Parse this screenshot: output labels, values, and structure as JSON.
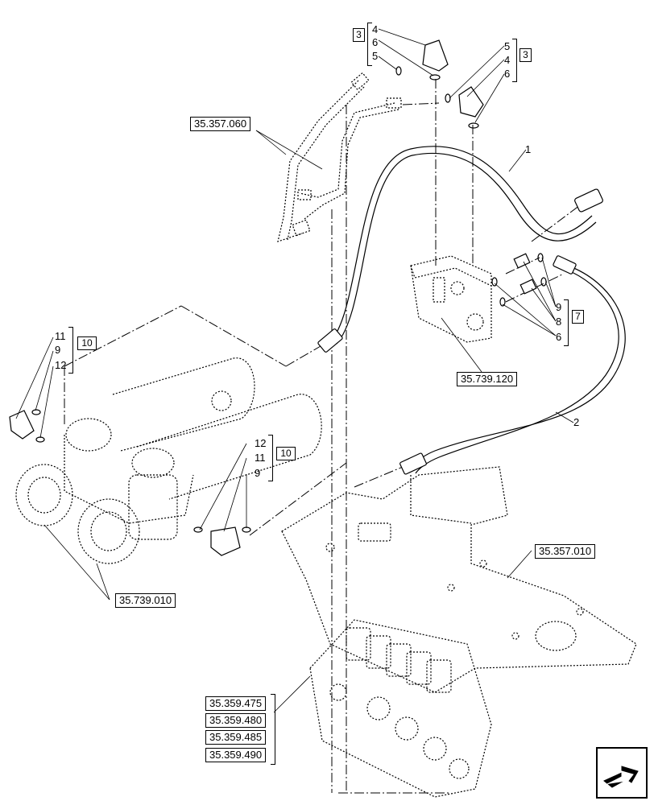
{
  "ref_labels": {
    "pipes": "35.357.060",
    "manifold": "35.739.120",
    "cylinders": "35.739.010",
    "frame": "35.357.010",
    "valve_1": "35.359.475",
    "valve_2": "35.359.480",
    "valve_3": "35.359.485",
    "valve_4": "35.359.490"
  },
  "callouts": {
    "hose_1": "1",
    "hose_2": "2",
    "top_left_group": {
      "box": "3",
      "items": [
        "4",
        "6",
        "5"
      ]
    },
    "top_right_group": {
      "box": "3",
      "items": [
        "5",
        "4",
        "6"
      ]
    },
    "manifold_group": {
      "box": "7",
      "items": [
        "9",
        "8",
        "6"
      ]
    },
    "left_fitting_group": {
      "box": "10",
      "items": [
        "11",
        "9",
        "12"
      ]
    },
    "right_fitting_group": {
      "box": "10",
      "items": [
        "12",
        "11",
        "9"
      ]
    }
  },
  "icons": {
    "nav": "next-page-arrow-icon"
  }
}
